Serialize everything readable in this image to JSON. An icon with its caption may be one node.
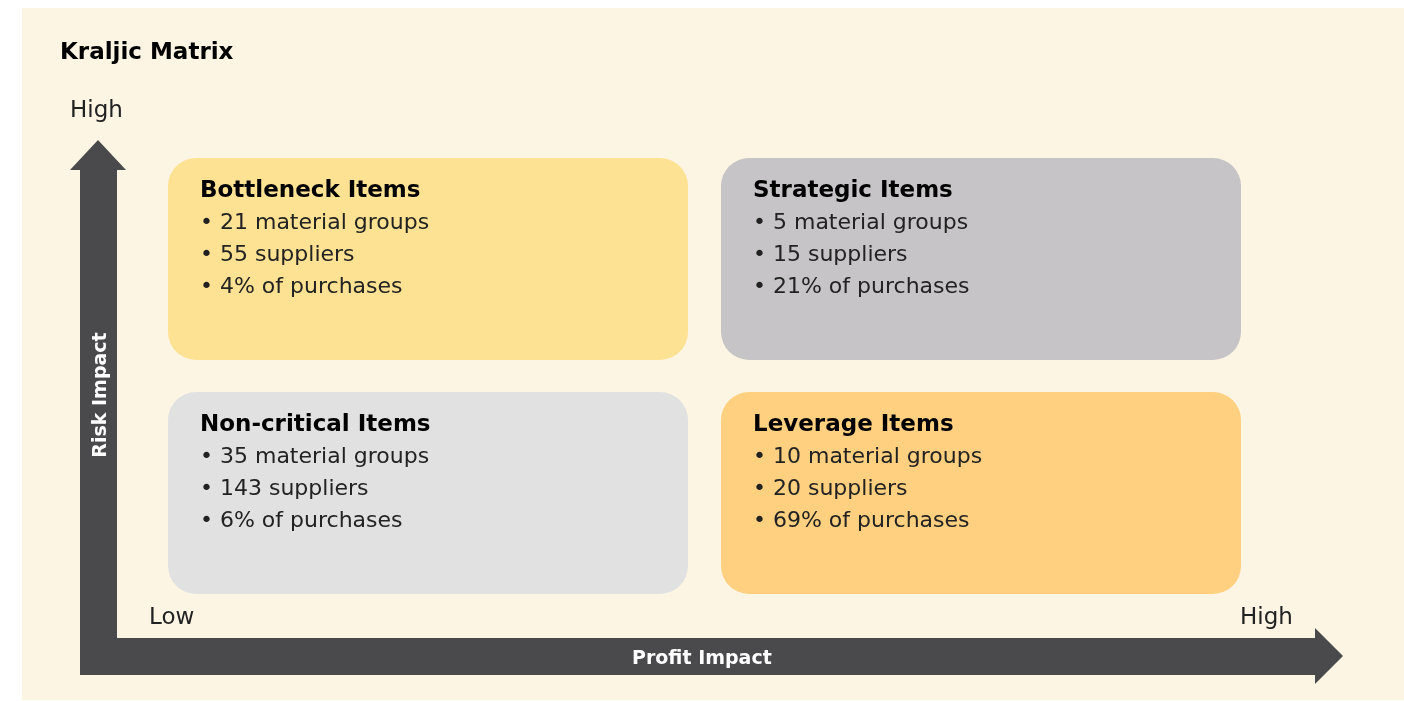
{
  "diagram": {
    "title": "Kraljic Matrix",
    "nodes": [
      {
        "text": [
          "Bottleneck Items",
          "• 21 material groups",
          "• 55 suppliers",
          "• 4% of purchases"
        ]
      },
      {
        "text": [
          "Strategic Items",
          "• 5 material groups",
          "• 15 suppliers",
          "• 21% of purchases"
        ]
      },
      {
        "text": [
          "Non-critical Items",
          "• 35 material groups",
          "• 143 suppliers",
          "• 6% of purchases"
        ]
      },
      {
        "text": [
          "Leverage Items",
          "• 10 material groups",
          "• 20 suppliers",
          "• 69% of purchases"
        ]
      }
    ],
    "edges": [],
    "labels": [
      "High",
      "Risk Impact",
      "Low",
      "High",
      "Profit Impact"
    ]
  }
}
